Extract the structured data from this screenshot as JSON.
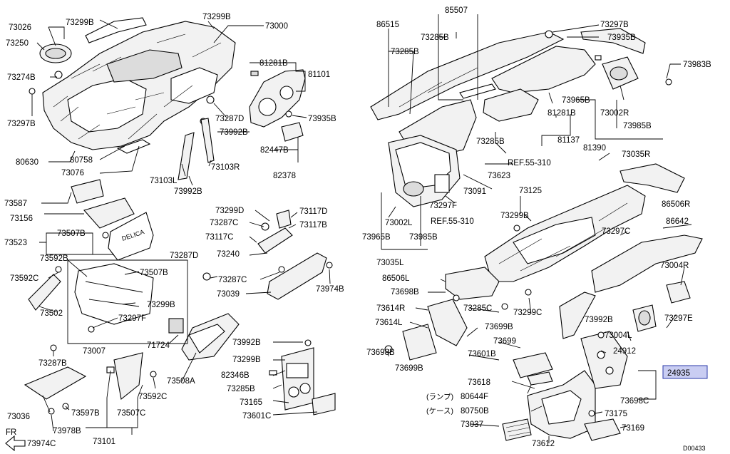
{
  "diagram": {
    "callouts": {
      "c73026": "73026",
      "c73299B_1": "73299B",
      "c73299B_2": "73299B",
      "c73000": "73000",
      "c73250": "73250",
      "c73274B": "73274B",
      "c73297B_1": "73297B",
      "c80630": "80630",
      "c80758": "80758",
      "c73076": "73076",
      "c81281B_1": "81281B",
      "c81101": "81101",
      "c73287D_1": "73287D",
      "c73935B_1": "73935B",
      "c73992B_1": "73992B",
      "c82447B": "82447B",
      "c82378": "82378",
      "c73103L": "73103L",
      "c73103R": "73103R",
      "c73992B_2": "73992B",
      "c73587": "73587",
      "c73156": "73156",
      "c73523": "73523",
      "c73507B_1": "73507B",
      "c73592B": "73592B",
      "c73592C_1": "73592C",
      "c73507B_2": "73507B",
      "c73502": "73502",
      "c73299B_3": "73299B",
      "c73297F_1": "73297F",
      "c73007": "73007",
      "c73287B": "73287B",
      "c73036": "73036",
      "c73978B": "73978B",
      "c73974C": "73974C",
      "cFR": "FR",
      "c73299D": "73299D",
      "c73117D": "73117D",
      "c73287C_1": "73287C",
      "c73117B": "73117B",
      "c73117C": "73117C",
      "c73240": "73240",
      "c73287D_2": "73287D",
      "c73287C_2": "73287C",
      "c73039": "73039",
      "c73974B": "73974B",
      "c71724": "71724",
      "c73508A": "73508A",
      "c73597B": "73597B",
      "c73507C": "73507C",
      "c73592C_2": "73592C",
      "c73101": "73101",
      "c73992B_3": "73992B",
      "c73299B_4": "73299B",
      "c82346B": "82346B",
      "c73285B_1": "73285B",
      "c73165": "73165",
      "c73601C": "73601C",
      "c86515": "86515",
      "c85507": "85507",
      "c73285B_2": "73285B",
      "c73285B_3": "73285B",
      "c73297B_2": "73297B",
      "c73935B_2": "73935B",
      "c73983B": "73983B",
      "c73965B_1": "73965B",
      "c73002R": "73002R",
      "c73985B_1": "73985B",
      "c73035R": "73035R",
      "c81281B_2": "81281B",
      "c81137": "81137",
      "c73285B_4": "73285B",
      "cREF55310_1": "REF.55-310",
      "c81390": "81390",
      "c73623": "73623",
      "c73091": "73091",
      "c73297F_2": "73297F",
      "c73125": "73125",
      "c86506R": "86506R",
      "c73299B_5": "73299B",
      "c86642": "86642",
      "c73002L": "73002L",
      "cREF55310_2": "REF.55-310",
      "c73297C": "73297C",
      "c73965B_2": "73965B",
      "c73985B_2": "73985B",
      "c73035L": "73035L",
      "c73004R": "73004R",
      "c86506L": "86506L",
      "c73698B_1": "73698B",
      "c73614R": "73614R",
      "c73285C": "73285C",
      "c73299C": "73299C",
      "c73992B_4": "73992B",
      "c73297E": "73297E",
      "c73614L": "73614L",
      "c73699B_1": "73699B",
      "c73004L": "73004L",
      "c73699": "73699",
      "c24912": "24912",
      "c73601B": "73601B",
      "c24935": "24935",
      "c73698B_2": "73698B",
      "c73699B_2": "73699B",
      "c73618": "73618",
      "c80644F": "80644F",
      "c80750B": "80750B",
      "c73698C": "73698C",
      "c73175": "73175",
      "c73037": "73037",
      "c73612": "73612",
      "c73169": "73169",
      "jpLamp": "(ランプ)",
      "jpCase": "(ケース)",
      "cD00433": "D00433"
    }
  }
}
